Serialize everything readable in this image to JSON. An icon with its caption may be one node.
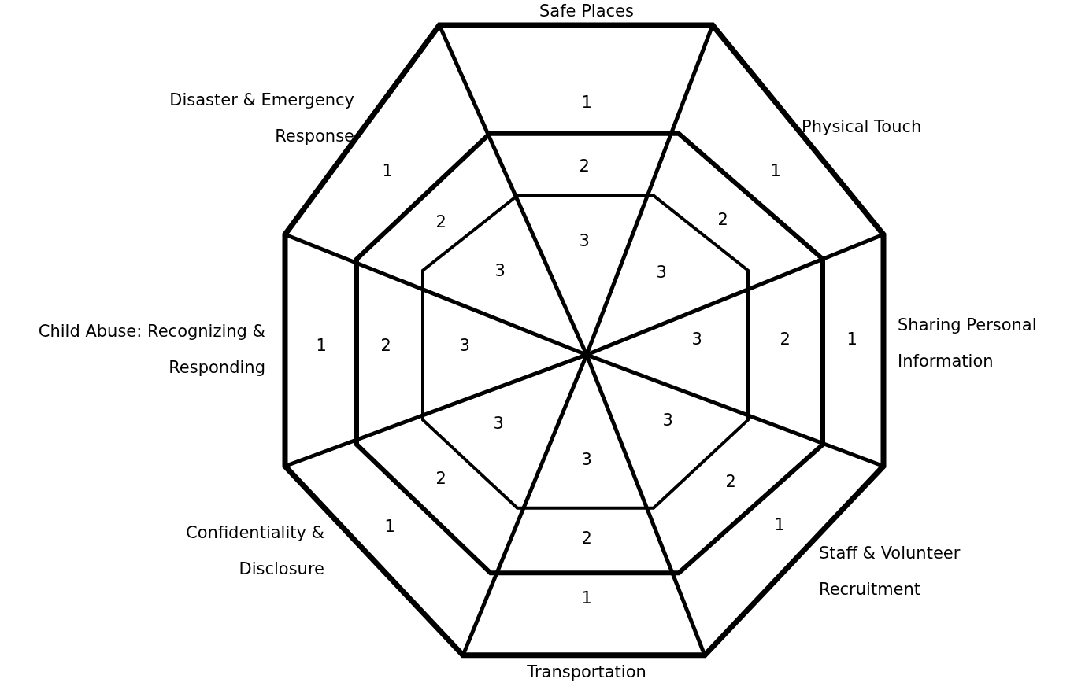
{
  "diagram": {
    "labels": [
      "Safe Places",
      "1",
      "2",
      "3",
      "Physical Touch",
      "1",
      "2",
      "3",
      "Sharing Personal Information",
      "1",
      "2",
      "3",
      "Staff & Volunteer Recruitment",
      "1",
      "2",
      "3",
      "Transportation",
      "1",
      "2",
      "3",
      "Confidentiality & Disclosure",
      "1",
      "2",
      "3",
      "Child Abuse: Recognizing & Responding",
      "1",
      "2",
      "3",
      "Disaster & Emergency Response",
      "1",
      "2",
      "3"
    ]
  }
}
